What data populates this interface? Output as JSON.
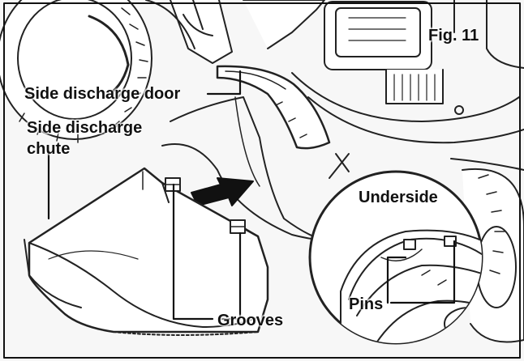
{
  "figure": {
    "fig_label": "Fig. 11",
    "labels": {
      "side_discharge_door": "Side discharge door",
      "side_discharge_chute_line1": "Side discharge",
      "side_discharge_chute_line2": "chute",
      "underside": "Underside",
      "grooves": "Grooves",
      "pins": "Pins"
    }
  }
}
